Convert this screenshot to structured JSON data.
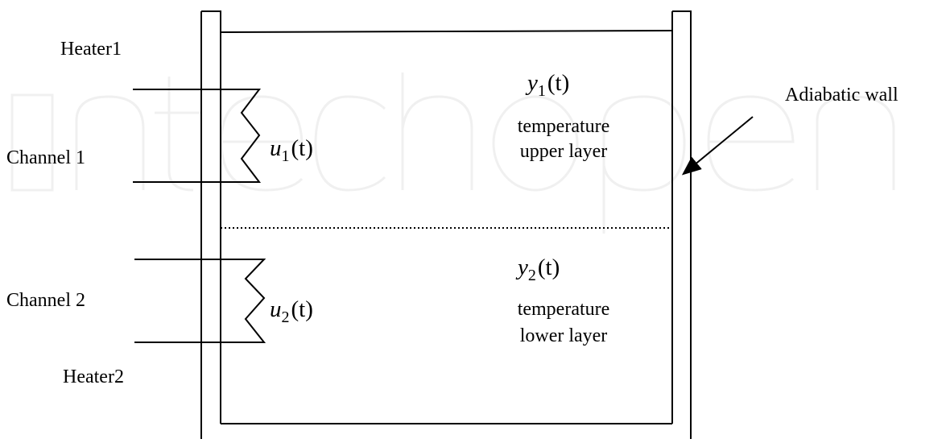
{
  "labels": {
    "heater1": "Heater1",
    "heater2": "Heater2",
    "channel1": "Channel 1",
    "channel2": "Channel 2",
    "adiabatic_wall": "Adiabatic wall",
    "upper_temp_line1": "temperature",
    "upper_temp_line2": "upper layer",
    "lower_temp_line1": "temperature",
    "lower_temp_line2": "lower layer"
  },
  "math": {
    "u1": {
      "var": "u",
      "sub": "1",
      "arg": "(t)"
    },
    "u2": {
      "var": "u",
      "sub": "2",
      "arg": "(t)"
    },
    "y1": {
      "var": "y",
      "sub": "1",
      "arg": "(t)"
    },
    "y2": {
      "var": "y",
      "sub": "2",
      "arg": "(t)"
    }
  },
  "watermark": "Intechopen"
}
